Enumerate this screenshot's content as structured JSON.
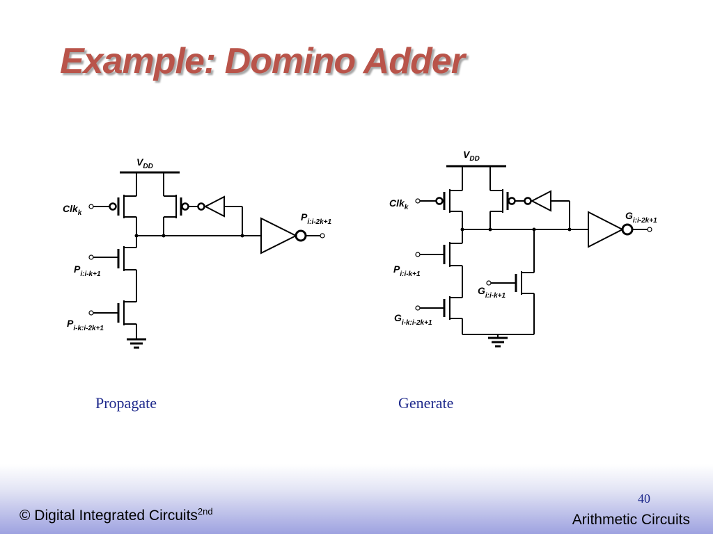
{
  "slide": {
    "title": "Example: Domino Adder"
  },
  "propagate": {
    "caption": "Propagate",
    "vdd": {
      "main": "V",
      "sub": "DD"
    },
    "clk": {
      "main": "Clk",
      "sub": "k"
    },
    "in1": {
      "main": "P",
      "sub": "i:i-k+1"
    },
    "in2": {
      "main": "P",
      "sub": "i-k:i-2k+1"
    },
    "out": {
      "main": "P",
      "sub": "i:i-2k+1"
    }
  },
  "generate": {
    "caption": "Generate",
    "vdd": {
      "main": "V",
      "sub": "DD"
    },
    "clk": {
      "main": "Clk",
      "sub": "k"
    },
    "in1": {
      "main": "P",
      "sub": "i:i-k+1"
    },
    "in2": {
      "main": "G",
      "sub": "i-k:i-2k+1"
    },
    "in3": {
      "main": "G",
      "sub": "i:i-k+1"
    },
    "out": {
      "main": "G",
      "sub": "i:i-2k+1"
    }
  },
  "footer": {
    "copyright": "© Digital Integrated Circuits",
    "edition": "2nd",
    "page_number": "40",
    "section": "Arithmetic Circuits"
  }
}
